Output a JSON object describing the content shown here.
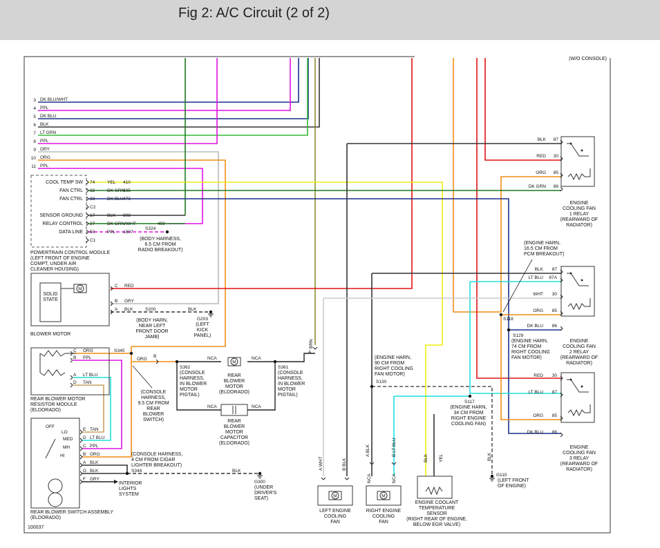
{
  "header": {
    "title": "Fig 2: A/C Circuit (2 of 2)"
  },
  "diagram": {
    "figure_number": "100037",
    "top_right_cut_label": "(W/O CONSOLE)",
    "colors": {
      "dk_blu": "#1a2e8a",
      "ppl": "#e010e0",
      "blk": "#333333",
      "lt_grn": "#35b835",
      "gry": "#b8b8b8",
      "org": "#f08c14",
      "yel": "#eeee10",
      "dk_grn": "#1c7a1c",
      "red": "#e01010",
      "lt_blu": "#22dddd",
      "brn": "#8a8a30",
      "tan": "#c8a062"
    },
    "left_wires": [
      {
        "num": "3",
        "label": "DK BLU/WHT"
      },
      {
        "num": "4",
        "label": "PPL"
      },
      {
        "num": "5",
        "label": "DK BLU"
      },
      {
        "num": "6",
        "label": "BLK"
      },
      {
        "num": "7",
        "label": "LT GRN"
      },
      {
        "num": "8",
        "label": "PPL"
      },
      {
        "num": "9",
        "label": "GRY"
      },
      {
        "num": "10",
        "label": "ORG"
      },
      {
        "num": "11",
        "label": "PPL"
      }
    ],
    "pcm": {
      "pins": [
        {
          "name": "COOL TEMP SW",
          "pin": "74",
          "color": "YEL",
          "circuit": "410"
        },
        {
          "name": "FAN CTRL",
          "pin": "32",
          "color": "DK GRN",
          "circuit": "335"
        },
        {
          "name": "FAN CTRL",
          "pin": "33",
          "color": "DK BLU",
          "circuit": "473"
        },
        {
          "name": "",
          "pin": "C2",
          "color": "",
          "circuit": ""
        },
        {
          "name": "SENSOR GROUND",
          "pin": "17",
          "color": "BLK",
          "circuit": "808"
        },
        {
          "name": "RELAY CONTROL",
          "pin": "27",
          "color": "DK GRN/WHT",
          "circuit": "459"
        },
        {
          "name": "DATA LINE",
          "pin": "59",
          "color": "PPL",
          "circuit": "1807"
        },
        {
          "name": "",
          "pin": "C1",
          "color": "",
          "circuit": ""
        }
      ],
      "splice": "S324",
      "splice_note": [
        "(BODY HARNESS,",
        "6.5 CM FROM",
        "RADIO BREAKOUT)"
      ],
      "caption": [
        "POWERTRAIN CONTROL MODULE",
        "(LEFT FRONT OF ENGINE",
        "COMPT, UNDER AIR",
        "CLEANER HOUSING)"
      ]
    },
    "blower_motor": {
      "inner": [
        "SOLID",
        "STATE"
      ],
      "motor": "M",
      "pins": [
        {
          "pin": "C",
          "color": "RED"
        },
        {
          "pin": "B",
          "color": "GRY"
        },
        {
          "pin": "A",
          "color": "BLK"
        }
      ],
      "caption": "BLOWER MOTOR",
      "s200": "S200",
      "s200_note": [
        "(BODY HARN,",
        "NEAR LEFT",
        "FRONT DOOR",
        "JAMB)"
      ],
      "ground_wire": "BLK",
      "ground": "G203",
      "ground_note": [
        "(LEFT",
        "KICK",
        "PANEL)"
      ]
    },
    "resistor_module": {
      "pins_top": [
        {
          "pin": "C",
          "color": "ORG"
        },
        {
          "pin": "B",
          "color": "PPL"
        }
      ],
      "pins_bottom": [
        {
          "pin": "A",
          "color": "LT BLU"
        },
        {
          "pin": "D",
          "color": "TAN"
        }
      ],
      "caption": [
        "REAR BLOWER MOTOR",
        "RESISTOR MODULE",
        "(ELDORADO)"
      ]
    },
    "s345": {
      "label": "S345",
      "pin_b": "B",
      "pin_a": "A",
      "color": "ORG",
      "note": [
        "(CONSOLE",
        "HARNESS,",
        "9.5 CM FROM",
        "REAR",
        "BLOWER",
        "SWITCH)"
      ]
    },
    "rear_blower": {
      "nca": "NCA",
      "motor": "M",
      "s362": "S362",
      "s362_note": [
        "(CONSOLE",
        "HARNESS,",
        "IN BLOWER",
        "MOTOR",
        "PIGTAIL)"
      ],
      "caption": [
        "REAR",
        "BLOWER",
        "MOTOR",
        "(ELDORADO)"
      ],
      "s361": "S361",
      "s361_note": [
        "(CONSOLE",
        "HARNESS,",
        "IN BLOWER",
        "MOTOR",
        "PIGTAIL)"
      ],
      "cap_caption": [
        "REAR",
        "BLOWER",
        "MOTOR",
        "CAPACITOR",
        "(ELDORADO)"
      ],
      "brn": "BRN",
      "pin_a": "A"
    },
    "switch": {
      "positions": [
        "OFF",
        "LO",
        "MED",
        "MH",
        "HI"
      ],
      "pins": [
        {
          "pin": "E",
          "color": "TAN"
        },
        {
          "pin": "D",
          "color": "LT BLU"
        },
        {
          "pin": "C",
          "color": "PPL"
        },
        {
          "pin": "B",
          "color": "ORG"
        },
        {
          "pin": "A",
          "color": "BLK"
        },
        {
          "pin": "G",
          "color": "BLK"
        },
        {
          "pin": "F",
          "color": "GRY"
        }
      ],
      "note": [
        "(CONSOLE HARNESS,",
        "4 CM FROM CIGAR",
        "LIGHTER BREAKOUT)"
      ],
      "s344": "S344",
      "ground_wire": "BLK",
      "ground": "G300",
      "ground_note": [
        "(UNDER",
        "DRIVER'S",
        "SEAT)"
      ],
      "interior": [
        "INTERIOR",
        "LIGHTS",
        "SYSTEM"
      ],
      "caption": [
        "REAR BLOWER SWITCH ASSEMBLY",
        "(ELDORADO)"
      ]
    },
    "relay1": {
      "pins": [
        {
          "pin": "87",
          "color": "BLK"
        },
        {
          "pin": "30",
          "color": "RED"
        },
        {
          "pin": "85",
          "color": "ORG"
        },
        {
          "pin": "86",
          "color": "DK GRN"
        }
      ],
      "caption": [
        "ENGINE",
        "COOLING FAN",
        "1 RELAY",
        "(REARWARD OF",
        "RADIATOR)"
      ]
    },
    "relay2": {
      "pins": [
        {
          "pin": "87",
          "color": "BLK"
        },
        {
          "pin": "87A",
          "color": "LT BLU"
        },
        {
          "pin": "30",
          "color": "WHT"
        },
        {
          "pin": "85",
          "color": "ORG"
        },
        {
          "pin": "86",
          "color": "DK BLU"
        }
      ],
      "s118": "S118",
      "s118_note": [
        "(ENGINE HARN,",
        "16.5 CM FROM",
        "PCM BREAKOUT)"
      ],
      "s129": "S129",
      "s129_note": [
        "(ENGINE HARN,",
        "74 CM FROM",
        "RIGHT COOLING",
        "FAN MOTOR)"
      ],
      "caption": [
        "ENGINE",
        "COOLING FAN",
        "2 RELAY",
        "(REARWARD OF",
        "RADIATOR)"
      ]
    },
    "relay3": {
      "pins": [
        {
          "pin": "30",
          "color": "RED"
        },
        {
          "pin": "87",
          "color": "LT BLU"
        },
        {
          "pin": "85",
          "color": "ORG"
        },
        {
          "pin": "86",
          "color": "DK BLU"
        }
      ],
      "caption": [
        "ENGINE",
        "COOLING FAN",
        "3 RELAY",
        "(REARWARD OF",
        "RADIATOR)"
      ]
    },
    "s130": {
      "label": "S130",
      "note": [
        "(ENGINE HARN,",
        "90 CM FROM",
        "RIGHT COOLING",
        "FAN MOTOR)"
      ]
    },
    "s117": {
      "label": "S117",
      "note": [
        "(ENGINE HARN,",
        "34 CM FROM",
        "RIGHT ENGINE",
        "COOLING FAN)"
      ]
    },
    "left_fan": {
      "pins": [
        {
          "pin": "A",
          "color": "WHT"
        },
        {
          "pin": "B",
          "color": "BLK"
        }
      ],
      "motor": "M",
      "caption": [
        "LEFT ENGINE",
        "COOLING",
        "FAN"
      ]
    },
    "right_fan": {
      "pins": [
        {
          "pin": "A",
          "color": "BLK"
        },
        {
          "pin": "B",
          "color": "LT BLU"
        }
      ],
      "nca": "NCA",
      "motor": "M",
      "caption": [
        "RIGHT ENGINE",
        "COOLING",
        "FAN"
      ]
    },
    "coolant_sensor": {
      "wires": [
        "BLK",
        "YEL"
      ],
      "caption": [
        "ENGINE COOLANT",
        "TEMPERATURE",
        "SENSOR",
        "(RIGHT REAR OF ENGINE,",
        "BELOW EGR VALVE)"
      ]
    },
    "g110": {
      "wire": "BLK",
      "label": "G110",
      "note": [
        "(LEFT FRONT",
        "OF ENGINE)"
      ]
    }
  }
}
